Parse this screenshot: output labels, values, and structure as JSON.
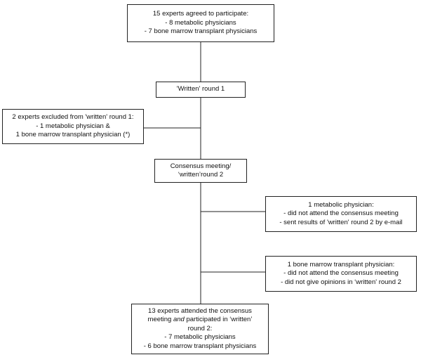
{
  "colors": {
    "line": "#222222",
    "box_border": "#222222",
    "text": "#111111",
    "background": "#ffffff"
  },
  "boxes": {
    "start": {
      "lines": [
        "15 experts agreed to participate:",
        "- 8 metabolic physicians",
        "- 7 bone marrow transplant physicians"
      ]
    },
    "round1": {
      "lines": [
        "'Written' round 1"
      ]
    },
    "excluded": {
      "lines": [
        "2 experts excluded from 'written' round 1:",
        "- 1 metabolic physician &",
        "1 bone marrow transplant physician (*)"
      ]
    },
    "meeting": {
      "lines": [
        "Consensus meeting/",
        "‘written’round 2"
      ]
    },
    "metabolic_note": {
      "lines": [
        "1 metabolic physician:",
        "- did not attend the consensus meeting",
        "- sent results of 'written' round 2 by e-mail"
      ]
    },
    "bmt_note": {
      "lines": [
        "1 bone marrow transplant physician:",
        "- did not attend the consensus meeting",
        "- did not give opinions in ‘written' round 2"
      ]
    },
    "final": {
      "line1": "13 experts attended the consensus",
      "line2_pre": "meeting ",
      "line2_em": "and",
      "line2_post": " participated in ‘written’",
      "line3": "round 2:",
      "line4": "- 7 metabolic physicians",
      "line5": "- 6 bone marrow transplant physicians"
    }
  }
}
